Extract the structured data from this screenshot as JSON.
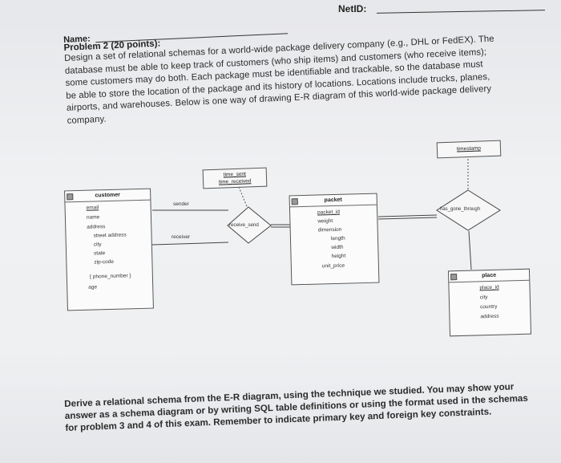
{
  "header": {
    "netid_label": "NetID:"
  },
  "name_label": "Name:",
  "problem": {
    "title": "Problem 2 (20 points):",
    "lines": [
      "Design a set of relational schemas for a world-wide package delivery company (e.g., DHL or FedEX). The",
      "database must be able to keep track of customers (who ship items) and customers (who receive items);",
      "some customers may do both. Each package must be identifiable and trackable, so the database must",
      "be able to store the location of the package and its history of locations. Locations include trucks, planes,",
      "airports, and warehouses. Below is one way of drawing E-R diagram of this world-wide package delivery",
      "company."
    ]
  },
  "diagram": {
    "customer": {
      "title": "customer",
      "attrs": [
        "email",
        "name",
        "address",
        "street address",
        "city",
        "state",
        "zip-code",
        "{ phone_number }",
        "age"
      ]
    },
    "packet": {
      "title": "packet",
      "attrs": [
        "packet_id",
        "weight",
        "dimension",
        "length",
        "width",
        "height",
        "unit_price"
      ]
    },
    "place": {
      "title": "place",
      "attrs": [
        "place_id",
        "city",
        "country",
        "address"
      ]
    },
    "receive_send": {
      "label": "receive_send",
      "attr_lines": [
        "time_sent",
        "time_received"
      ]
    },
    "has_gone_through": {
      "label": "has_gone_through",
      "attr": "timestamp"
    },
    "roles": {
      "sender": "sender",
      "receiver": "receiver"
    }
  },
  "footer": {
    "lines": [
      "Derive a relational schema from the E-R diagram, using the technique we studied. You may show your",
      "answer as a schema diagram or by writing SQL table definitions or using the format used in the schemas",
      "for problem 3 and 4 of this exam. Remember to indicate primary key and foreign key constraints."
    ]
  }
}
